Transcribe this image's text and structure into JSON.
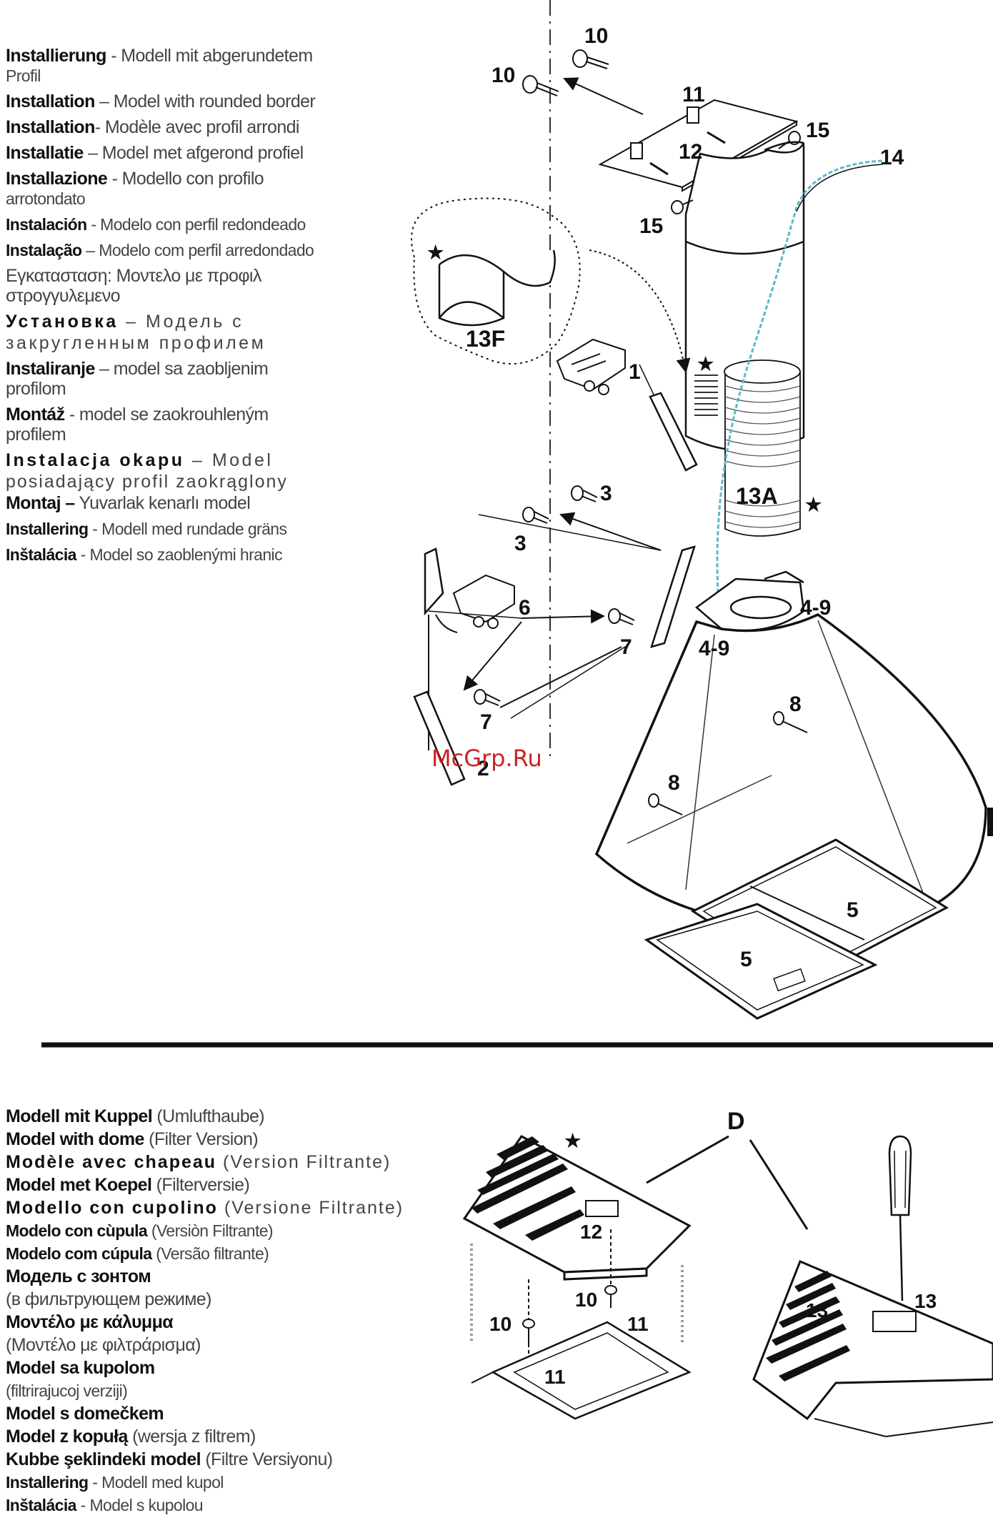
{
  "top_section": {
    "lines": [
      {
        "bold": "Installierung",
        "rest": " - Modell mit abgerundetem"
      },
      {
        "bold": "",
        "rest": "Profil"
      },
      {
        "bold": "Installation",
        "rest": " – Model with rounded border"
      },
      {
        "bold": "Installation",
        "rest": "- Modèle avec profil arrondi"
      },
      {
        "bold": "Installatie",
        "rest": " – Model met afgerond profiel"
      },
      {
        "bold": "Installazione",
        "rest": " -  Modello con profilo"
      },
      {
        "bold": "",
        "rest": "arrotondato"
      },
      {
        "bold": "Instalación",
        "rest": " - Modelo con perfil redondeado"
      },
      {
        "bold": "Instalação",
        "rest": " – Modelo com perfil arredondado"
      },
      {
        "bold": "",
        "rest": "Εγκατασταση: Μοντελο με προφιλ"
      },
      {
        "bold": "",
        "rest": "στρογγυλεμενο"
      },
      {
        "bold": "Установка",
        "rest": " – Модель с"
      },
      {
        "bold": "",
        "rest": "закругленным профилем"
      },
      {
        "bold": "Instaliranje",
        "rest": " – model sa zaobljenim"
      },
      {
        "bold": "",
        "rest": "profilom"
      },
      {
        "bold": "Montáž",
        "rest": " - model se zaokrouhleným"
      },
      {
        "bold": "",
        "rest": "profilem"
      },
      {
        "bold": "Instalacja okapu",
        "rest": " – Model"
      },
      {
        "bold": "",
        "rest": "posiadający profil zaokrąglony"
      },
      {
        "bold": "Montaj –",
        "rest": " Yuvarlak kenarlı model"
      },
      {
        "bold": "Installering",
        "rest": " - Modell med rundade gräns"
      },
      {
        "bold": "Inštalácia",
        "rest": " - Model so zaoblenými hranic"
      }
    ]
  },
  "bottom_section": {
    "lines": [
      {
        "bold": "Modell mit Kuppel",
        "rest": " (Umlufthaube)"
      },
      {
        "bold": "Model with dome",
        "rest": " (Filter Version)"
      },
      {
        "bold": "Modèle avec chapeau",
        "rest": " (Version Filtrante)"
      },
      {
        "bold": "Model met Koepel",
        "rest": " (Filterversie)"
      },
      {
        "bold": "Modello con cupolino",
        "rest": " (Versione Filtrante)"
      },
      {
        "bold": "Modelo con cùpula",
        "rest": " (Versiòn Filtrante)"
      },
      {
        "bold": "Modelo com cúpula",
        "rest": " (Versão filtrante)"
      },
      {
        "bold": "Модель с зонтом",
        "rest": ""
      },
      {
        "bold": "",
        "rest": "(в фильтрующем режиме)"
      },
      {
        "bold": "Μοντέλο με κάλυμμα",
        "rest": ""
      },
      {
        "bold": "",
        "rest": "(Μοντέλο με φιλτράρισμα)"
      },
      {
        "bold": "Model sa kupolom",
        "rest": ""
      },
      {
        "bold": "",
        "rest": "(filtrirajucoj verziji)"
      },
      {
        "bold": "Model s domečkem",
        "rest": ""
      },
      {
        "bold": "Model z kopułą",
        "rest": " (wersja z filtrem)"
      },
      {
        "bold": "Kubbe şeklindeki model",
        "rest": " (Filtre Versiyonu)"
      },
      {
        "bold": "Installering",
        "rest": " - Modell med kupol"
      },
      {
        "bold": "Inštalácia",
        "rest": " - Model s kupolou"
      }
    ]
  },
  "diagram_labels": {
    "l10": "10",
    "l11": "11",
    "l12": "12",
    "l14": "14",
    "l15": "15",
    "l13F": "13F",
    "l13A": "13A",
    "l1": "1",
    "l2": "2",
    "l3": "3",
    "l49": "4-9",
    "l6": "6",
    "l7": "7",
    "l8": "8",
    "l5": "5",
    "lD": "D",
    "l13": "13",
    "star": "★"
  },
  "watermark": "McGrp.Ru",
  "colors": {
    "line": "#111111",
    "duct_hose": "#5fb8c9",
    "watermark": "#cc2222"
  }
}
